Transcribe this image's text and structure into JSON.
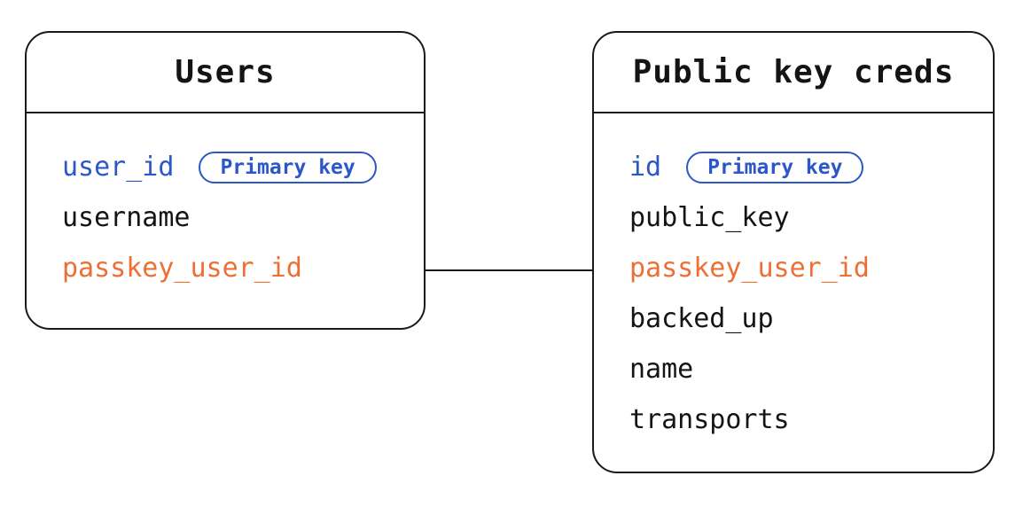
{
  "diagram": {
    "tables": [
      {
        "name": "Users",
        "fields": [
          {
            "name": "user_id",
            "color": "#2b57c8",
            "badge": "Primary key"
          },
          {
            "name": "username",
            "color": "#141414"
          },
          {
            "name": "passkey_user_id",
            "color": "#ec7036"
          }
        ]
      },
      {
        "name": "Public key creds",
        "fields": [
          {
            "name": "id",
            "color": "#2b57c8",
            "badge": "Primary key"
          },
          {
            "name": "public_key",
            "color": "#141414"
          },
          {
            "name": "passkey_user_id",
            "color": "#ec7036"
          },
          {
            "name": "backed_up",
            "color": "#141414"
          },
          {
            "name": "name",
            "color": "#141414"
          },
          {
            "name": "transports",
            "color": "#141414"
          }
        ]
      }
    ],
    "relationship": {
      "from": "Users.passkey_user_id",
      "to": "Public key creds.passkey_user_id"
    },
    "colors": {
      "primary_blue": "#2b57c8",
      "foreign_orange": "#ec7036",
      "text_black": "#141414",
      "border": "#1a1a1a",
      "background": "#ffffff"
    }
  }
}
